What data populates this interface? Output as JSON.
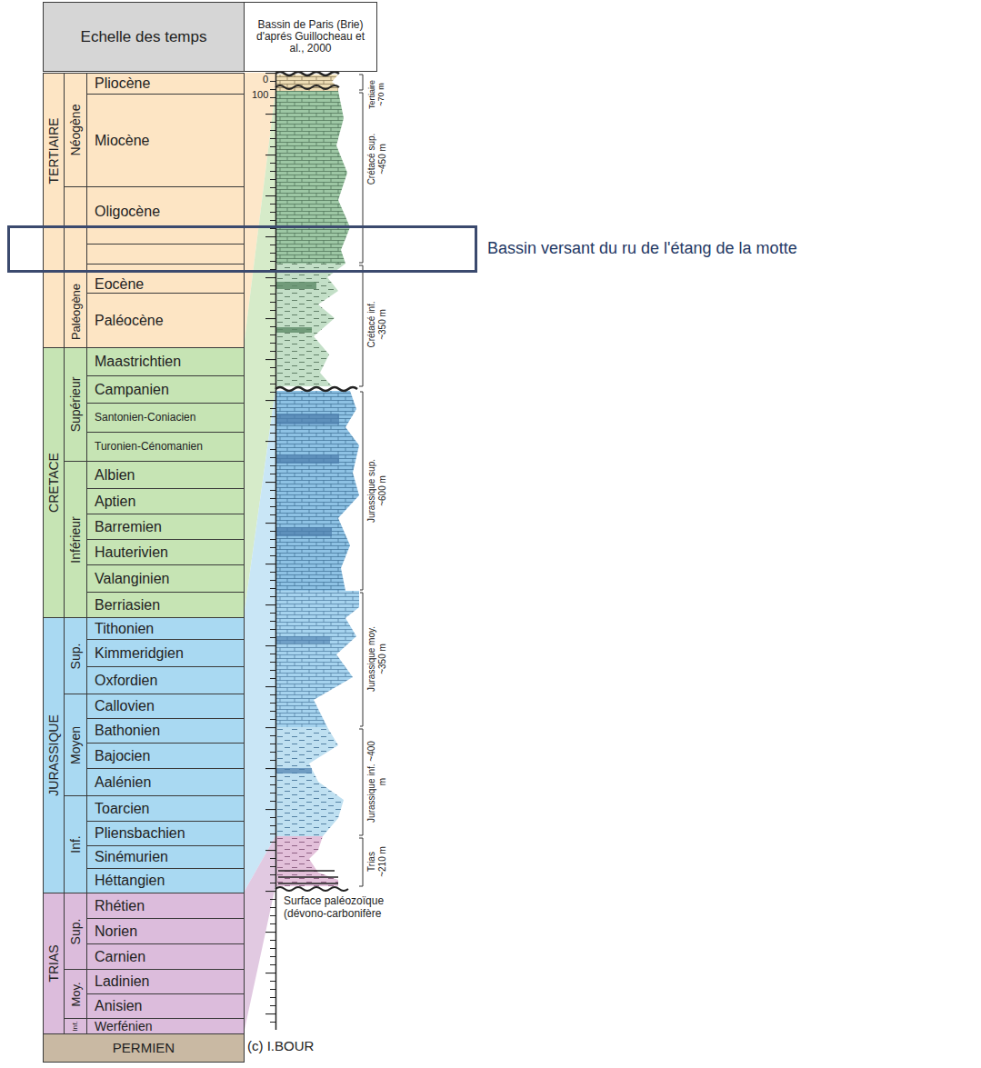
{
  "diagram": {
    "nodes": [
      {
        "text": [
          "Echelle des temps"
        ]
      },
      {
        "text": [
          "Bassin de Paris (Brie) d'aprés Guillocheau et al., 2000"
        ]
      },
      {
        "text": [
          "TERTIAIRE"
        ]
      },
      {
        "text": [
          "Néogène"
        ]
      },
      {
        "text": [
          "Paléogène"
        ]
      },
      {
        "text": [
          "CRETACE"
        ]
      },
      {
        "text": [
          "Supérieur"
        ]
      },
      {
        "text": [
          "Inférieur"
        ]
      },
      {
        "text": [
          "JURASSIQUE"
        ]
      },
      {
        "text": [
          "Sup."
        ]
      },
      {
        "text": [
          "Moyen"
        ]
      },
      {
        "text": [
          "Inf."
        ]
      },
      {
        "text": [
          "TRIAS"
        ]
      },
      {
        "text": [
          "Sup."
        ]
      },
      {
        "text": [
          "Moy."
        ]
      },
      {
        "text": [
          "Inf."
        ]
      },
      {
        "text": [
          "Pliocène"
        ]
      },
      {
        "text": [
          "Miocène"
        ]
      },
      {
        "text": [
          "Oligocène"
        ]
      },
      {
        "text": [
          "Eocène"
        ]
      },
      {
        "text": [
          "Paléocène"
        ]
      },
      {
        "text": [
          "Maastrichtien"
        ]
      },
      {
        "text": [
          "Campanien"
        ]
      },
      {
        "text": [
          "Santonien-Coniacien"
        ]
      },
      {
        "text": [
          "Turonien-Cénomanien"
        ]
      },
      {
        "text": [
          "Albien"
        ]
      },
      {
        "text": [
          "Aptien"
        ]
      },
      {
        "text": [
          "Barremien"
        ]
      },
      {
        "text": [
          "Hauterivien"
        ]
      },
      {
        "text": [
          "Valanginien"
        ]
      },
      {
        "text": [
          "Berriasien"
        ]
      },
      {
        "text": [
          "Tithonien"
        ]
      },
      {
        "text": [
          "Kimmeridgien"
        ]
      },
      {
        "text": [
          "Oxfordien"
        ]
      },
      {
        "text": [
          "Callovien"
        ]
      },
      {
        "text": [
          "Bathonien"
        ]
      },
      {
        "text": [
          "Bajocien"
        ]
      },
      {
        "text": [
          "Aalénien"
        ]
      },
      {
        "text": [
          "Toarcien"
        ]
      },
      {
        "text": [
          "Pliensbachien"
        ]
      },
      {
        "text": [
          "Sinémurien"
        ]
      },
      {
        "text": [
          "Héttangien"
        ]
      },
      {
        "text": [
          "Rhétien"
        ]
      },
      {
        "text": [
          "Norien"
        ]
      },
      {
        "text": [
          "Carnien"
        ]
      },
      {
        "text": [
          "Ladinien"
        ]
      },
      {
        "text": [
          "Anisien"
        ]
      },
      {
        "text": [
          "Werfénien"
        ]
      },
      {
        "text": [
          "PERMIEN"
        ]
      },
      {
        "text": [
          "Bassin versant du ru de l'étang de la motte"
        ]
      }
    ],
    "labels": [
      "0",
      "100",
      "Tertiaire ~70 m",
      "Crétacé sup. ~450 m",
      "Crétacé inf. ~350 m",
      "Jurassique sup. ~600 m",
      "Jurassique moy. ~350 m",
      "Jurassique inf. ~400 m",
      "Trias ~210 m",
      "Surface paléozoïque (dévono-carbonifère",
      "(c) I.BOUR"
    ]
  }
}
